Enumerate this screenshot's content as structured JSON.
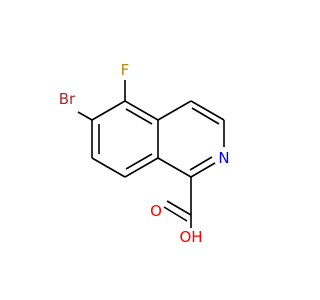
{
  "structure": {
    "atoms": {
      "bromine": {
        "symbol": "Br",
        "color": "#a52a2a"
      },
      "fluorine": {
        "symbol": "F",
        "color": "#b8860b"
      },
      "nitrogen": {
        "symbol": "N",
        "color": "#0000ff"
      },
      "carbonyl_oxygen": {
        "symbol": "O",
        "color": "#ff0000"
      },
      "hydroxyl": {
        "symbol": "OH",
        "color": "#ff0000"
      }
    },
    "bond_color": "#000000"
  }
}
